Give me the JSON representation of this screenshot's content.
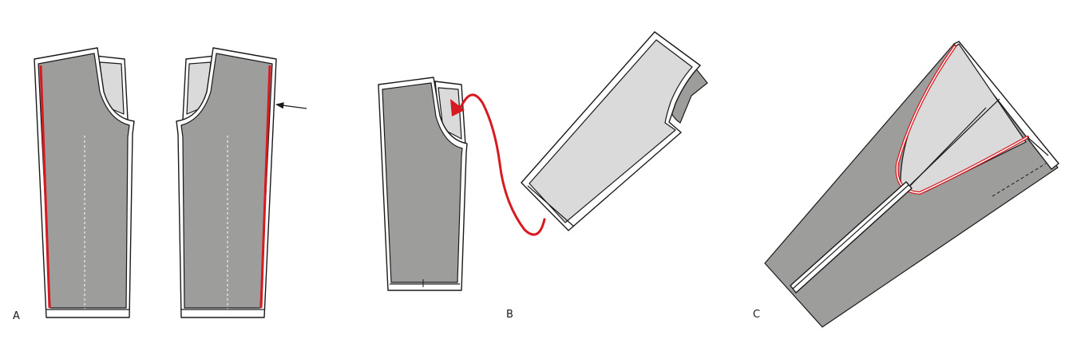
{
  "panels": [
    {
      "id": "A",
      "label": "A"
    },
    {
      "id": "B",
      "label": "B"
    },
    {
      "id": "C",
      "label": "C"
    }
  ],
  "colors": {
    "fabric_right_side": "#9d9d9c",
    "fabric_wrong_side": "#dadada",
    "seam_allowance": "#ffffff",
    "highlight_seam": "#d71920",
    "outline": "#1a1a1a"
  },
  "icons": {
    "pointer": "arrow-left-icon",
    "direction": "curved-red-arrow-icon"
  }
}
